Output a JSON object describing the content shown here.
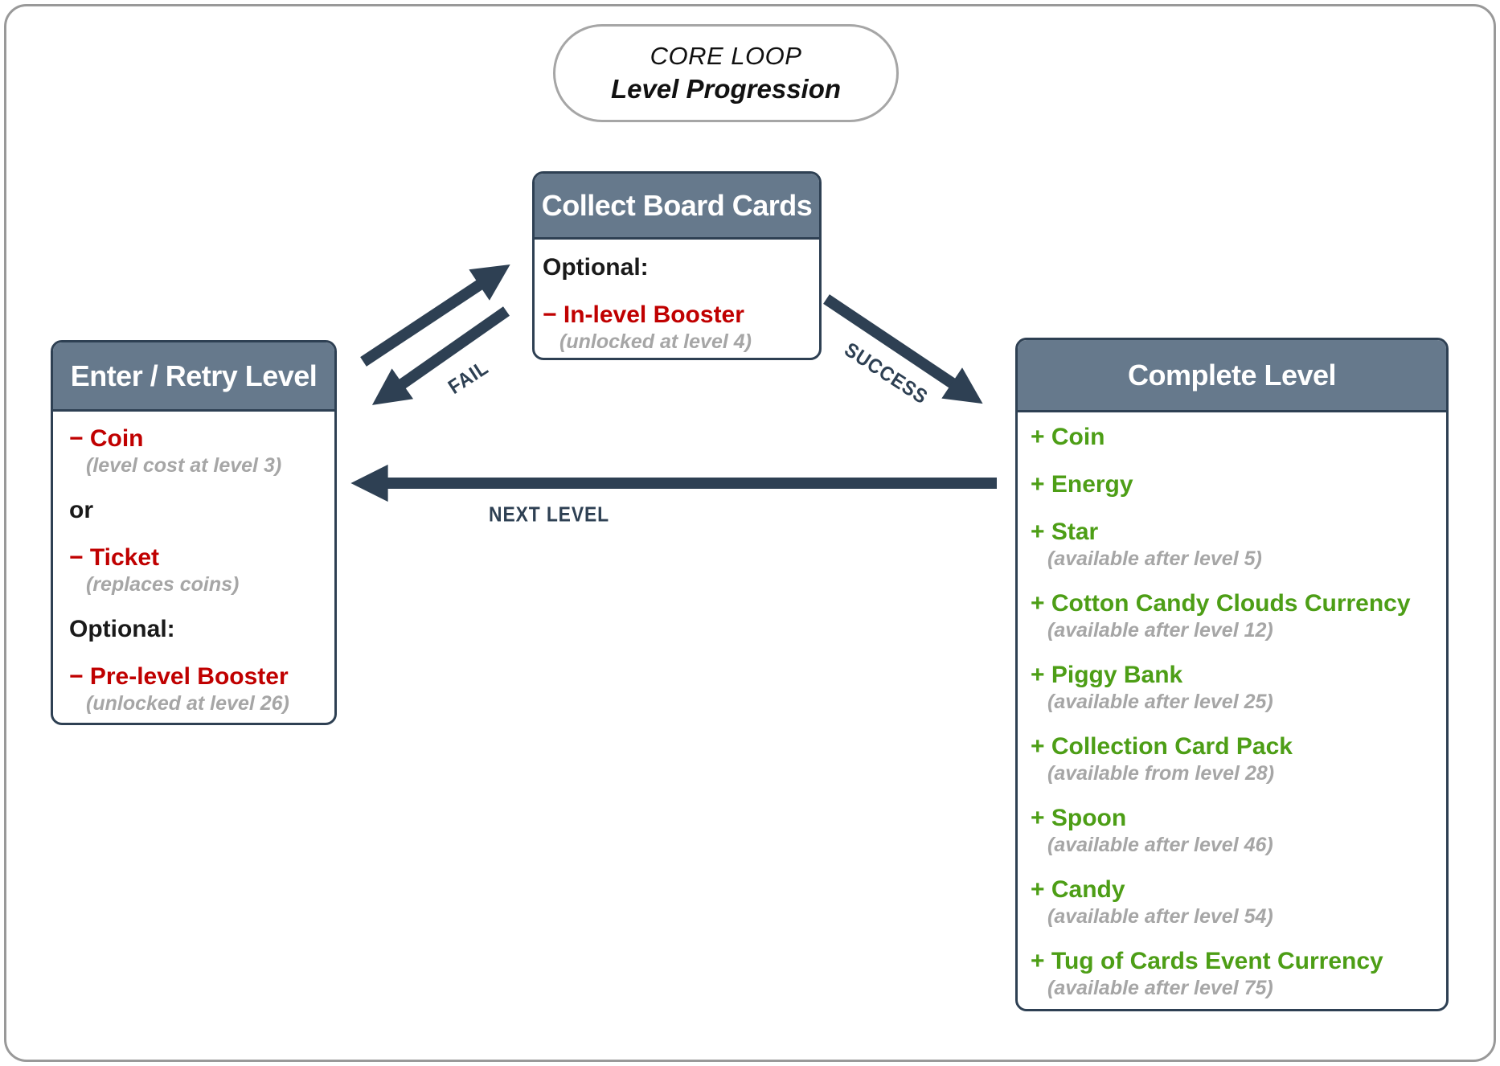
{
  "title": {
    "line1": "CORE LOOP",
    "line2": "Level Progression"
  },
  "colors": {
    "header_bg": "#66798C",
    "box_border": "#2E4053",
    "arrow_color": "#2E4053",
    "cost_red": "#C00000",
    "gain_green": "#4D9E16",
    "note_gray": "#A6A6A6",
    "outer_border": "#999999",
    "pill_border": "#A6A6A6"
  },
  "boxes": [
    {
      "id": "enter-retry-level",
      "title": "Enter / Retry Level",
      "items": [
        {
          "kind": "cost",
          "prefix": "−",
          "label": "Coin",
          "note": "(level cost at level 3)"
        },
        {
          "kind": "plain",
          "label": "or"
        },
        {
          "kind": "cost",
          "prefix": "−",
          "label": "Ticket",
          "note": "(replaces coins)"
        },
        {
          "kind": "plain",
          "label": "Optional:"
        },
        {
          "kind": "cost",
          "prefix": "−",
          "label": "Pre-level Booster",
          "note": "(unlocked at level 26)"
        }
      ]
    },
    {
      "id": "collect-board-cards",
      "title": "Collect Board Cards",
      "items": [
        {
          "kind": "plain",
          "label": "Optional:"
        },
        {
          "kind": "cost",
          "prefix": "−",
          "label": "In-level Booster",
          "note": "(unlocked at level 4)"
        }
      ]
    },
    {
      "id": "complete-level",
      "title": "Complete Level",
      "items": [
        {
          "kind": "gain",
          "prefix": "+",
          "label": "Coin"
        },
        {
          "kind": "gain",
          "prefix": "+",
          "label": "Energy"
        },
        {
          "kind": "gain",
          "prefix": "+",
          "label": "Star",
          "note": "(available after level 5)"
        },
        {
          "kind": "gain",
          "prefix": "+",
          "label": "Cotton Candy Clouds Currency",
          "note": "(available after level 12)"
        },
        {
          "kind": "gain",
          "prefix": "+",
          "label": "Piggy Bank",
          "note": "(available after level 25)"
        },
        {
          "kind": "gain",
          "prefix": "+",
          "label": "Collection Card Pack",
          "note": "(available from level 28)"
        },
        {
          "kind": "gain",
          "prefix": "+",
          "label": "Spoon",
          "note": "(available after level 46)"
        },
        {
          "kind": "gain",
          "prefix": "+",
          "label": "Candy",
          "note": "(available after level 54)"
        },
        {
          "kind": "gain",
          "prefix": "+",
          "label": "Tug of Cards Event Currency",
          "note": "(available after level 75)"
        }
      ]
    }
  ],
  "arrows": {
    "fail_label": "FAIL",
    "success_label": "SUCCESS",
    "next_level_label": "NEXT LEVEL"
  }
}
